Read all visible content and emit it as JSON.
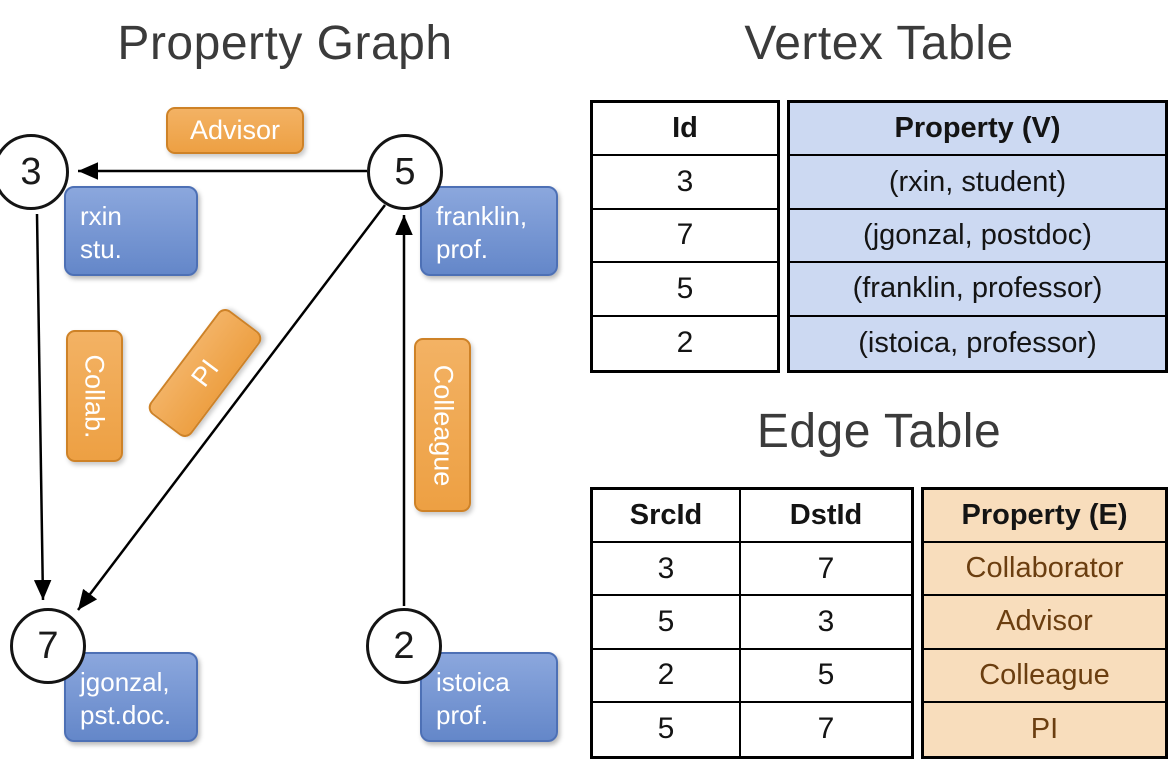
{
  "colors": {
    "orange_fill": "#EDA043",
    "orange_fill_light": "#F3B264",
    "orange_border": "#CE8227",
    "blue_fill": "#6487C9",
    "blue_fill_light": "#8BA7DD",
    "blue_border": "#4D70B5",
    "vertex_property_bg": "#CCD9F2",
    "edge_property_bg": "#F8DDBC",
    "edge_property_text": "#6B3E10",
    "title_text": "#3B3B3B",
    "arrow_color": "#000000"
  },
  "graph": {
    "title": "Property Graph",
    "vertices": [
      {
        "id": "3",
        "property_lines": [
          "rxin",
          "stu."
        ]
      },
      {
        "id": "5",
        "property_lines": [
          "franklin,",
          "prof."
        ]
      },
      {
        "id": "7",
        "property_lines": [
          "jgonzal,",
          "pst.doc."
        ]
      },
      {
        "id": "2",
        "property_lines": [
          "istoica",
          "prof."
        ]
      }
    ],
    "edges": [
      {
        "src": "5",
        "dst": "3",
        "label": "Advisor"
      },
      {
        "src": "3",
        "dst": "7",
        "label": "Collab."
      },
      {
        "src": "5",
        "dst": "7",
        "label": "PI"
      },
      {
        "src": "2",
        "dst": "5",
        "label": "Colleague"
      }
    ]
  },
  "vertex_table": {
    "title": "Vertex Table",
    "columns": [
      "Id",
      "Property (V)"
    ],
    "rows": [
      {
        "id": "3",
        "property": "(rxin, student)"
      },
      {
        "id": "7",
        "property": "(jgonzal, postdoc)"
      },
      {
        "id": "5",
        "property": "(franklin, professor)"
      },
      {
        "id": "2",
        "property": "(istoica, professor)"
      }
    ]
  },
  "edge_table": {
    "title": "Edge Table",
    "columns": [
      "SrcId",
      "DstId",
      "Property (E)"
    ],
    "rows": [
      {
        "src": "3",
        "dst": "7",
        "property": "Collaborator"
      },
      {
        "src": "5",
        "dst": "3",
        "property": "Advisor"
      },
      {
        "src": "2",
        "dst": "5",
        "property": "Colleague"
      },
      {
        "src": "5",
        "dst": "7",
        "property": "PI"
      }
    ]
  }
}
